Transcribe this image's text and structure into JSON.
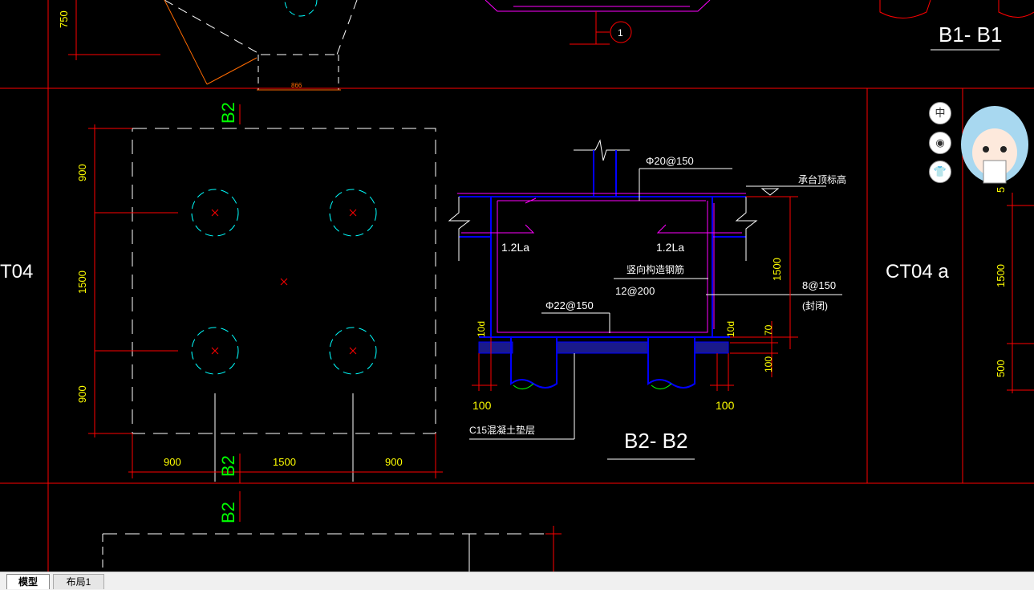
{
  "tabs": [
    {
      "label": "模型",
      "active": true
    },
    {
      "label": "布局1",
      "active": false
    }
  ],
  "toolbar": {
    "lang_label": "中",
    "icons": [
      "language-icon",
      "dots-icon",
      "shirt-icon"
    ]
  },
  "drawing": {
    "section_labels": {
      "b1": "B1- B1",
      "b2": "B2- B2",
      "b2_top": "B2",
      "b2_mid": "B2",
      "b2_bottom": "B2"
    },
    "pile_caps": {
      "left": "T04",
      "right": "CT04 a"
    },
    "callout_number": "1",
    "dimensions": {
      "top_750": "750",
      "top_866": "866",
      "left_900_top": "900",
      "left_1500": "1500",
      "left_900_bottom": "900",
      "bottom_900_left": "900",
      "bottom_1500": "1500",
      "bottom_900_right": "900",
      "section_1500": "1500",
      "section_70": "70",
      "section_100_right": "100",
      "section_100_left": "100",
      "section_100_right_bottom": "100",
      "section_10d_left": "10d",
      "section_10d_right": "10d",
      "right_1500": "1500",
      "right_500": "500",
      "right_5": "5"
    },
    "annotations": {
      "rebar_top": "Φ20@150",
      "cap_top_elev": "承台顶标高",
      "anchor_left": "1.2La",
      "anchor_right": "1.2La",
      "vertical_bars": "竖向构造钢筋",
      "vertical_bars_spec": "12@200",
      "rebar_bottom": "Φ22@150",
      "stirrup": "8@150",
      "stirrup_note": "(封闭)",
      "concrete_pad": "C15混凝土垫层"
    }
  },
  "colors": {
    "background": "#000000",
    "grid_red": "#ff0000",
    "dim_yellow": "#ffff00",
    "text_white": "#ffffff",
    "pile_cyan": "#00ffff",
    "rebar_magenta": "#ff00ff",
    "label_green": "#00ff00",
    "wall_blue": "#0000ff",
    "leader_orange": "#ff6a00",
    "tab_bar": "#f0f0f0"
  }
}
